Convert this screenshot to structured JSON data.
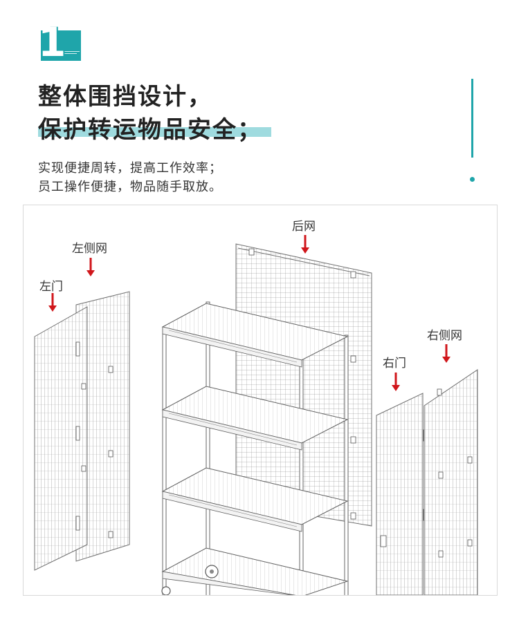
{
  "badge": {
    "number": "1"
  },
  "heading": {
    "line1": "整体围挡设计，",
    "line2": "保护转运物品安全；"
  },
  "description": {
    "line1": "实现便捷周转，提高工作效率；",
    "line2": "员工操作便捷，物品随手取放。"
  },
  "diagram_labels": {
    "left_side_net": "左侧网",
    "left_door": "左门",
    "back_net": "后网",
    "right_side_net": "右侧网",
    "right_door": "右门"
  },
  "colors": {
    "accent": "#1fa5aa",
    "highlight": "#9fdbdf",
    "arrow": "#d0161b"
  }
}
